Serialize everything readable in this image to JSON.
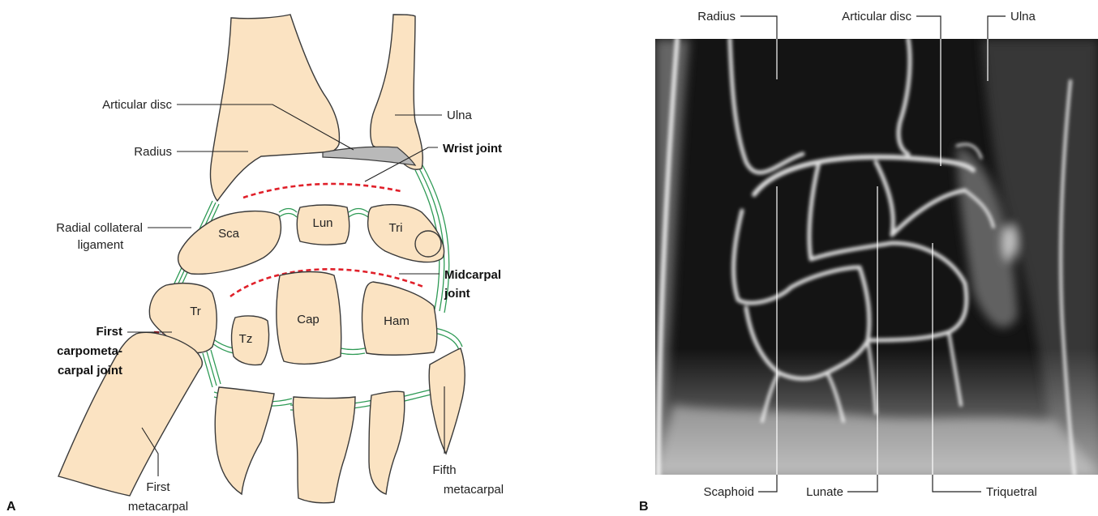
{
  "panel_a": {
    "panel_label": "A",
    "labels": {
      "articular_disc": "Articular disc",
      "radius": "Radius",
      "ulna": "Ulna",
      "wrist_joint": "Wrist joint",
      "radial_collateral_1": "Radial collateral",
      "radial_collateral_2": "ligament",
      "midcarpal_1": "Midcarpal",
      "midcarpal_2": "joint",
      "first_cmc_1": "First",
      "first_cmc_2": "carpometa-",
      "first_cmc_3": "carpal joint",
      "first_metacarpal_1": "First",
      "first_metacarpal_2": "metacarpal",
      "fifth_metacarpal_1": "Fifth",
      "fifth_metacarpal_2": "metacarpal"
    },
    "bones": {
      "sca": "Sca",
      "lun": "Lun",
      "tri": "Tri",
      "tr": "Tr",
      "tz": "Tz",
      "cap": "Cap",
      "ham": "Ham"
    },
    "colors": {
      "bone_fill": "#fbe3c2",
      "ligament": "#2e9a55",
      "joint_line": "#e0202a",
      "disc": "#b9b9b9"
    }
  },
  "panel_b": {
    "panel_label": "B",
    "labels": {
      "radius": "Radius",
      "articular_disc": "Articular disc",
      "ulna": "Ulna",
      "scaphoid": "Scaphoid",
      "lunate": "Lunate",
      "triquetral": "Triquetral"
    }
  }
}
